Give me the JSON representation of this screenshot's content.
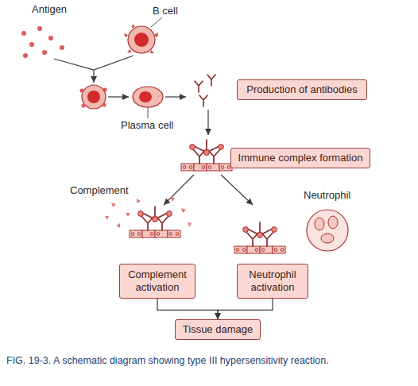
{
  "diagram": {
    "caption": "FIG. 19-3. A schematic diagram showing type III hypersensitivity reaction.",
    "nodes": [
      {
        "text": [
          "Production of antibodies"
        ]
      },
      {
        "text": [
          "Immune complex formation"
        ]
      },
      {
        "text": [
          "Complement activation"
        ]
      },
      {
        "text": [
          "Neutrophil activation"
        ]
      },
      {
        "text": [
          "Tissue damage"
        ]
      }
    ],
    "edges": [
      {
        "from": 2,
        "to": 4,
        "arrow": "to"
      },
      {
        "from": 3,
        "to": 4,
        "arrow": "to"
      }
    ],
    "labels": [
      "Antigen",
      "B cell",
      "Plasma cell",
      "Complement",
      "Neutrophil"
    ]
  }
}
